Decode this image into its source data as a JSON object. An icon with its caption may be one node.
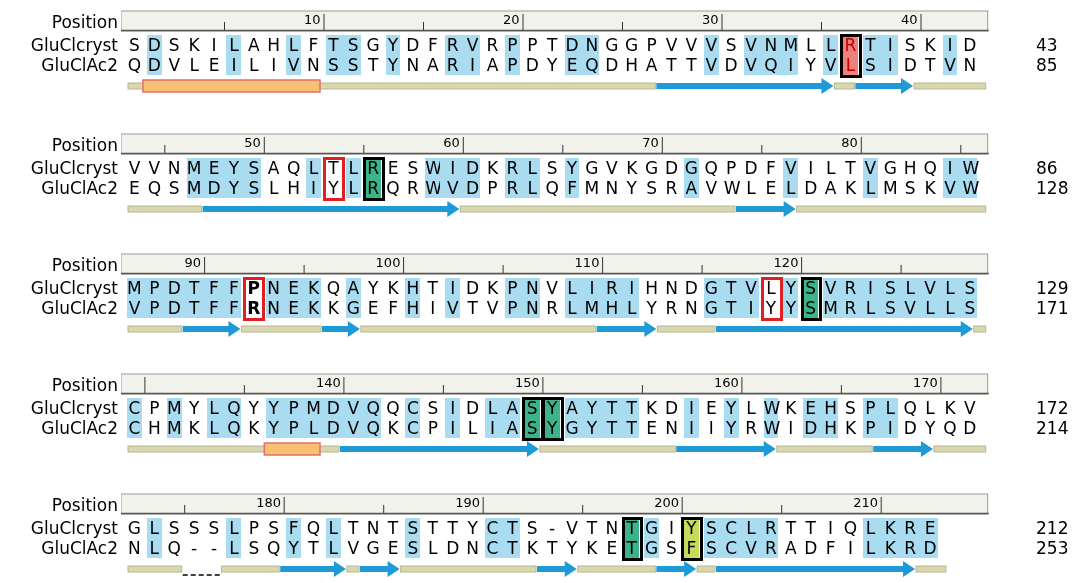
{
  "diagram": {
    "labels": [
      "Position",
      "10",
      "20",
      "30",
      "40",
      "GluClcryst",
      "S D S K I L A H L F T S G Y D F R V R P P T D N G G P V V V S V N M L L R T I S K I D",
      "43",
      "GluClAc2",
      "Q D V L E I L I V N S S T Y N A R I A P D Y E Q D H A T T V D V Q I Y V L S I D T V N",
      "85",
      "Position",
      "50",
      "60",
      "70",
      "80",
      "GluClcryst",
      "V V N M E Y S A Q L T L R E S W I D K R L S Y G V K G D G Q P D F V I L T V G H Q I W",
      "86",
      "GluClAc2",
      "E Q S M D Y S L H I Y L R Q R W V D P R L Q F M N Y S R A V W L E L D A K L M S K V W",
      "128",
      "Position",
      "90",
      "100",
      "110",
      "120",
      "GluClcryst",
      "M P D T F F P N E K Q A Y K H T I D K P N V L I R I H N D G T V L Y S V R I S L V L S",
      "129",
      "GluClAc2",
      "V P D T F F R N E K K G E F H I V T V P N R L M H L Y R N G T I Y Y S M R L S V L L S",
      "171",
      "Position",
      "140",
      "150",
      "160",
      "170",
      "GluClcryst",
      "C P M Y L Q Y Y P M D V Q Q C S I D L A S Y A Y T T K D I E Y L W K E H S P L Q L K V",
      "172",
      "GluClAc2",
      "C H M K L Q K Y P L D V Q K C P I L I A S Y G Y T T E N I I Y R W I D H K P I D Y Q D",
      "214",
      "Position",
      "180",
      "190",
      "200",
      "210",
      "GluClcryst",
      "G L S S S L P S F Q L T N T S T T Y C T S - V T N T G I Y S C L R T T I Q L K R E",
      "212",
      "GluClAc2",
      "N L Q - - L S Q Y T L V G E S L D N C T K T Y K E T G S F S C V R A D F I L K R D",
      "253"
    ]
  }
}
